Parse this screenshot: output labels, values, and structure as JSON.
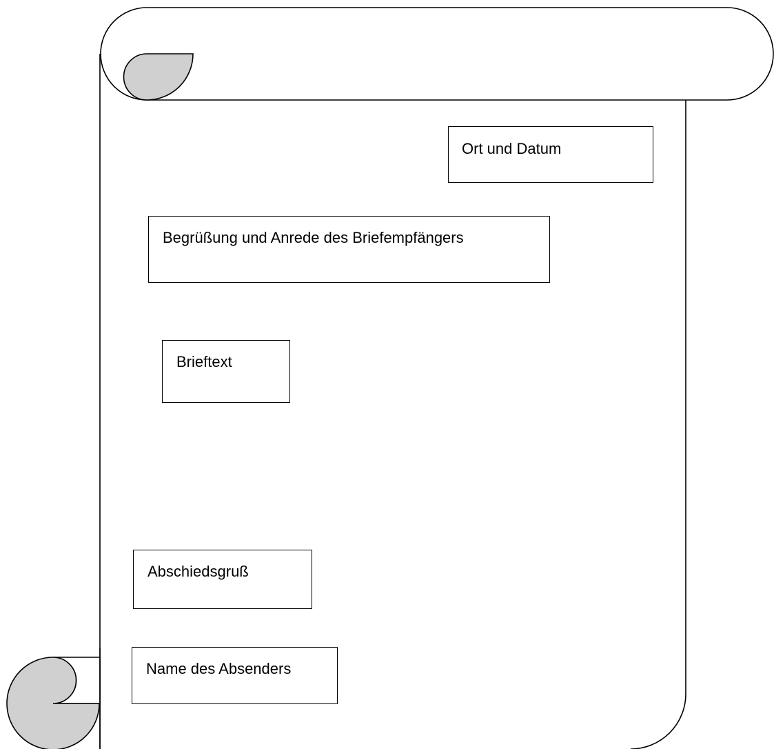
{
  "diagram": {
    "colors": {
      "line": "#000000",
      "paper": "#ffffff",
      "curl_shade": "#d0d0d0"
    },
    "boxes": {
      "place_date": "Ort und Datum",
      "greeting": "Begrüßung und Anrede des Briefempfängers",
      "body_text": "Brieftext",
      "farewell": "Abschiedsgruß",
      "sender_name": "Name des Absenders"
    }
  }
}
